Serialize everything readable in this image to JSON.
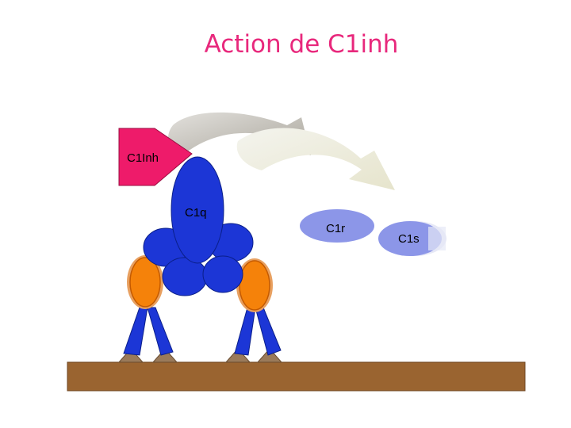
{
  "title": "Action de C1inh",
  "labels": {
    "c1inh": "C1Inh",
    "c1q": "C1q",
    "c1r": "C1r",
    "c1s": "C1s"
  },
  "colors": {
    "title": "#e8287c",
    "c1inh": "#ee1b6a",
    "c1q": "#1c36d6",
    "c1r_c1s": "#8c96e8",
    "antigen_node": "#f5820a",
    "surface": "#9a6430",
    "arrow_dark": "#b8b5ae",
    "arrow_light": "#eeedd8"
  }
}
